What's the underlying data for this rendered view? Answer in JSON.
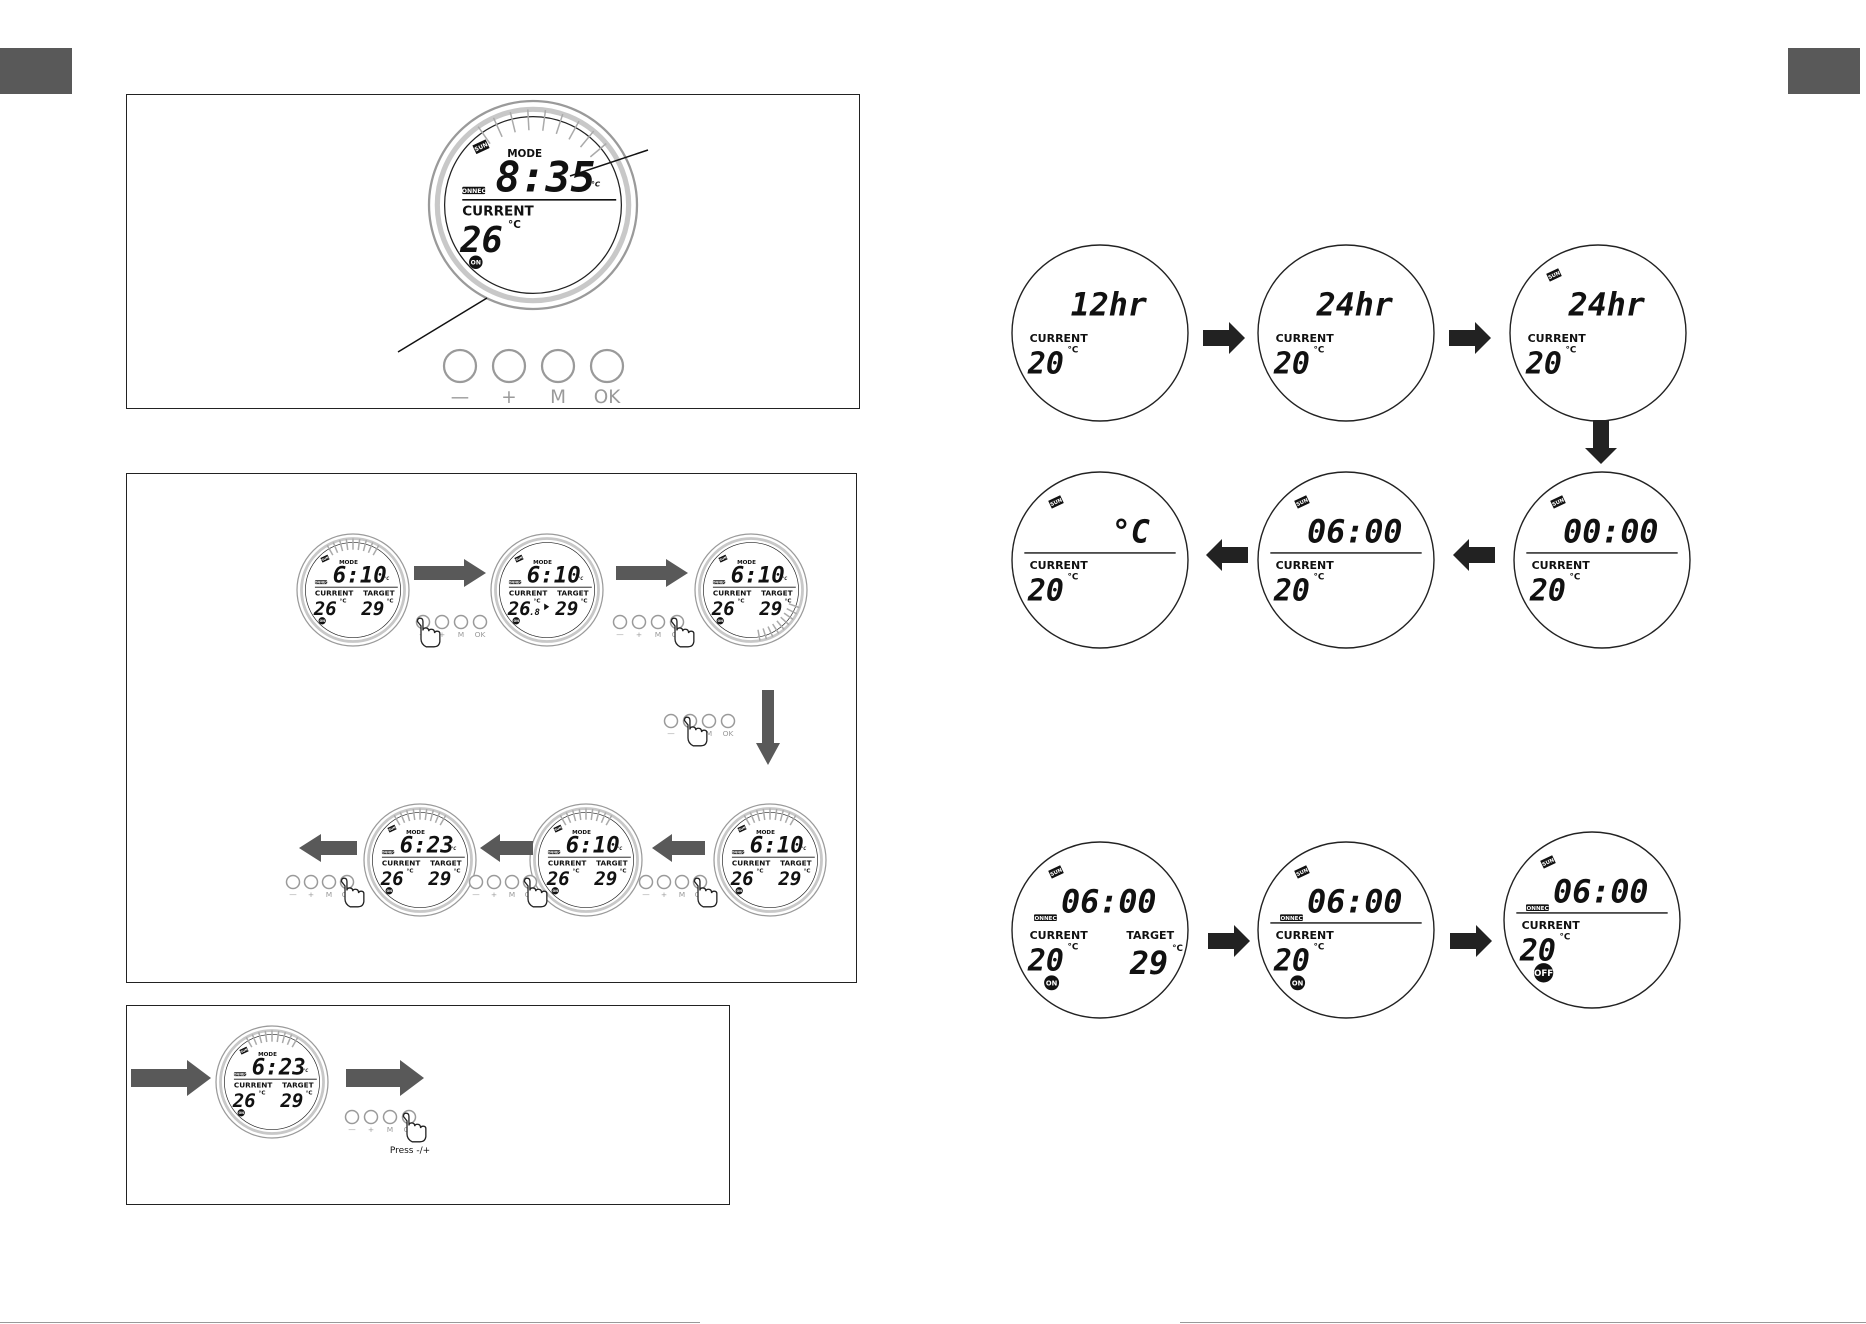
{
  "colors": {
    "page_tab": "#595959",
    "arrow": "#595959",
    "arrow_dark": "#222222",
    "lcd_text": "#111111",
    "ring": "#c8c8c8",
    "button_ring": "#9a9a9a",
    "button_label": "#9a9a9a"
  },
  "labels": {
    "mode": "MODE",
    "current": "CURRENT",
    "target": "TARGET",
    "connect": "CONNECT",
    "on": "ON",
    "off": "OFF",
    "sun": "SUN",
    "degc": "°C",
    "frac": ".8",
    "press": "Press -/+"
  },
  "buttons": [
    "—",
    "+",
    "M",
    "OK"
  ],
  "displays": {
    "main": {
      "time": "8:35",
      "current": "26"
    },
    "sequence": {
      "time_a": "6:10",
      "time_b": "6:23",
      "current": "26",
      "current_b": "26",
      "target": "29"
    },
    "flow_hours": [
      {
        "big": "12hr",
        "current": "20"
      },
      {
        "big": "24hr",
        "current": "20"
      },
      {
        "big": "24hr",
        "current": "20"
      }
    ],
    "flow_times": [
      {
        "big": "°C",
        "current": "20"
      },
      {
        "big": "06:00",
        "current": "20"
      },
      {
        "big": "00:00",
        "current": "20"
      }
    ],
    "flow_connect": [
      {
        "big": "06:00",
        "current": "20",
        "target": "29"
      },
      {
        "big": "06:00",
        "current": "20"
      },
      {
        "big": "06:00",
        "current": "20"
      }
    ]
  }
}
